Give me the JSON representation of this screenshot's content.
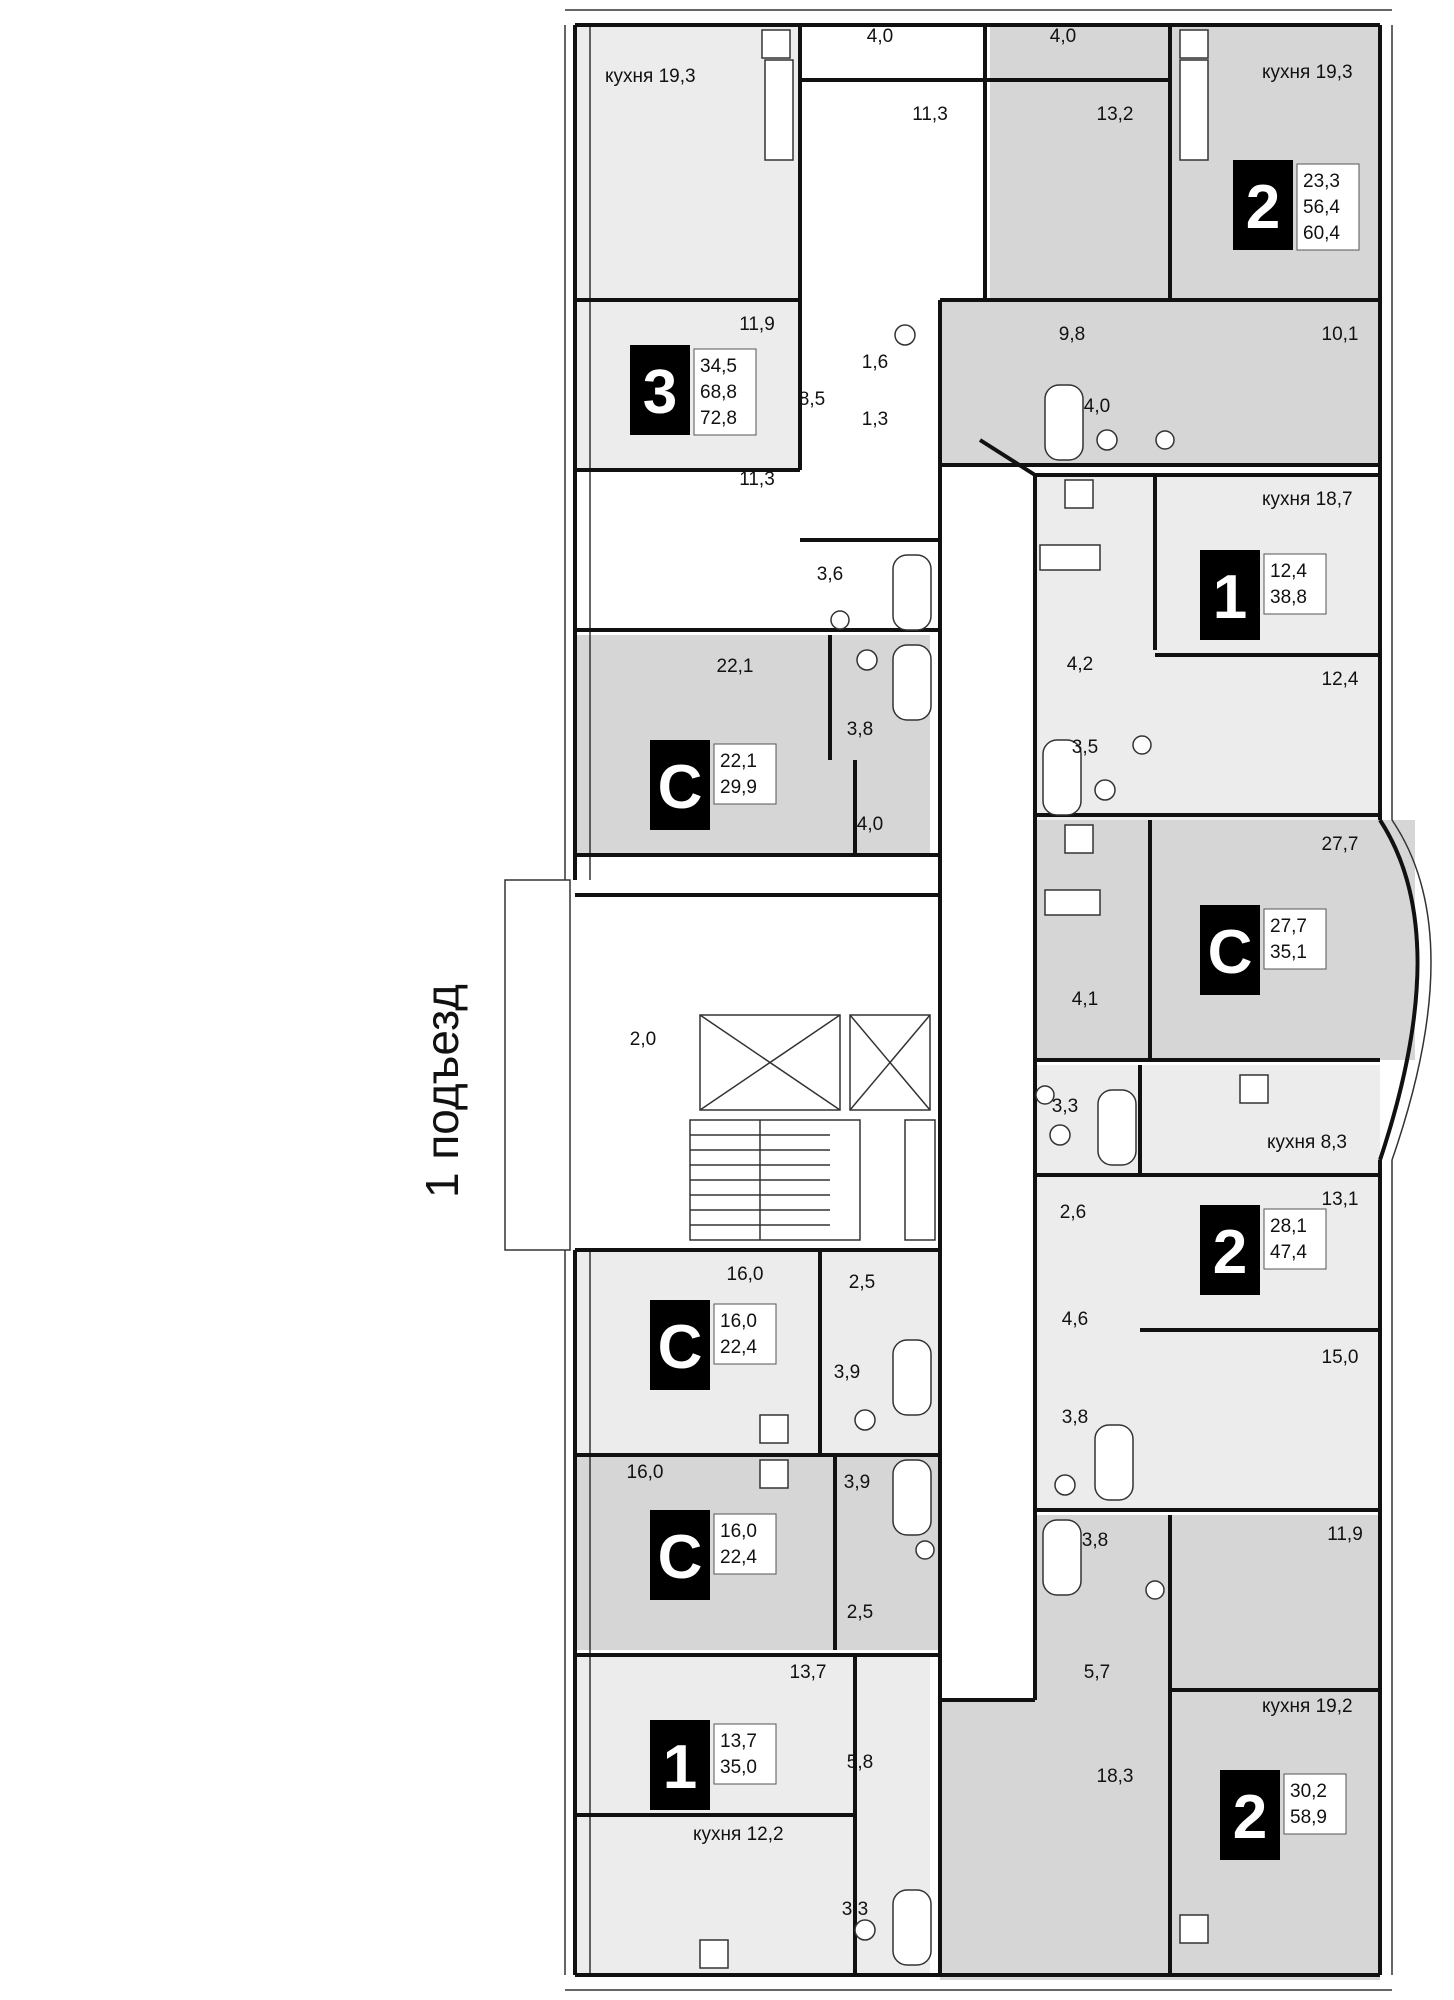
{
  "entrance_label": "1 подъезд",
  "colors": {
    "apartment_gray": "#d6d6d6",
    "apartment_light": "#ececec",
    "badge": "#000000",
    "wall": "#111111"
  },
  "apartments": [
    {
      "type": "2",
      "areas": [
        "23,3",
        "56,4",
        "60,4"
      ]
    },
    {
      "type": "3",
      "areas": [
        "34,5",
        "68,8",
        "72,8"
      ]
    },
    {
      "type": "1",
      "areas": [
        "12,4",
        "38,8"
      ]
    },
    {
      "type": "С",
      "areas": [
        "22,1",
        "29,9"
      ]
    },
    {
      "type": "С",
      "areas": [
        "27,7",
        "35,1"
      ]
    },
    {
      "type": "2",
      "areas": [
        "28,1",
        "47,4"
      ]
    },
    {
      "type": "С",
      "areas": [
        "16,0",
        "22,4"
      ]
    },
    {
      "type": "С",
      "areas": [
        "16,0",
        "22,4"
      ]
    },
    {
      "type": "1",
      "areas": [
        "13,7",
        "35,0"
      ]
    },
    {
      "type": "2",
      "areas": [
        "30,2",
        "58,9"
      ]
    }
  ],
  "room_labels": [
    "кухня 19,3",
    "4,0",
    "4,0",
    "кухня 19,3",
    "11,3",
    "13,2",
    "11,9",
    "9,8",
    "10,1",
    "1,6",
    "8,5",
    "4,0",
    "1,3",
    "11,3",
    "кухня 18,7",
    "3,6",
    "22,1",
    "4,2",
    "12,4",
    "3,8",
    "3,5",
    "4,0",
    "27,7",
    "4,1",
    "2,0",
    "3,3",
    "кухня 8,3",
    "2,6",
    "13,1",
    "16,0",
    "2,5",
    "4,6",
    "3,9",
    "15,0",
    "3,8",
    "16,0",
    "3,9",
    "11,9",
    "3,8",
    "2,5",
    "5,7",
    "13,7",
    "кухня 19,2",
    "5,8",
    "18,3",
    "кухня 12,2",
    "3,3"
  ]
}
